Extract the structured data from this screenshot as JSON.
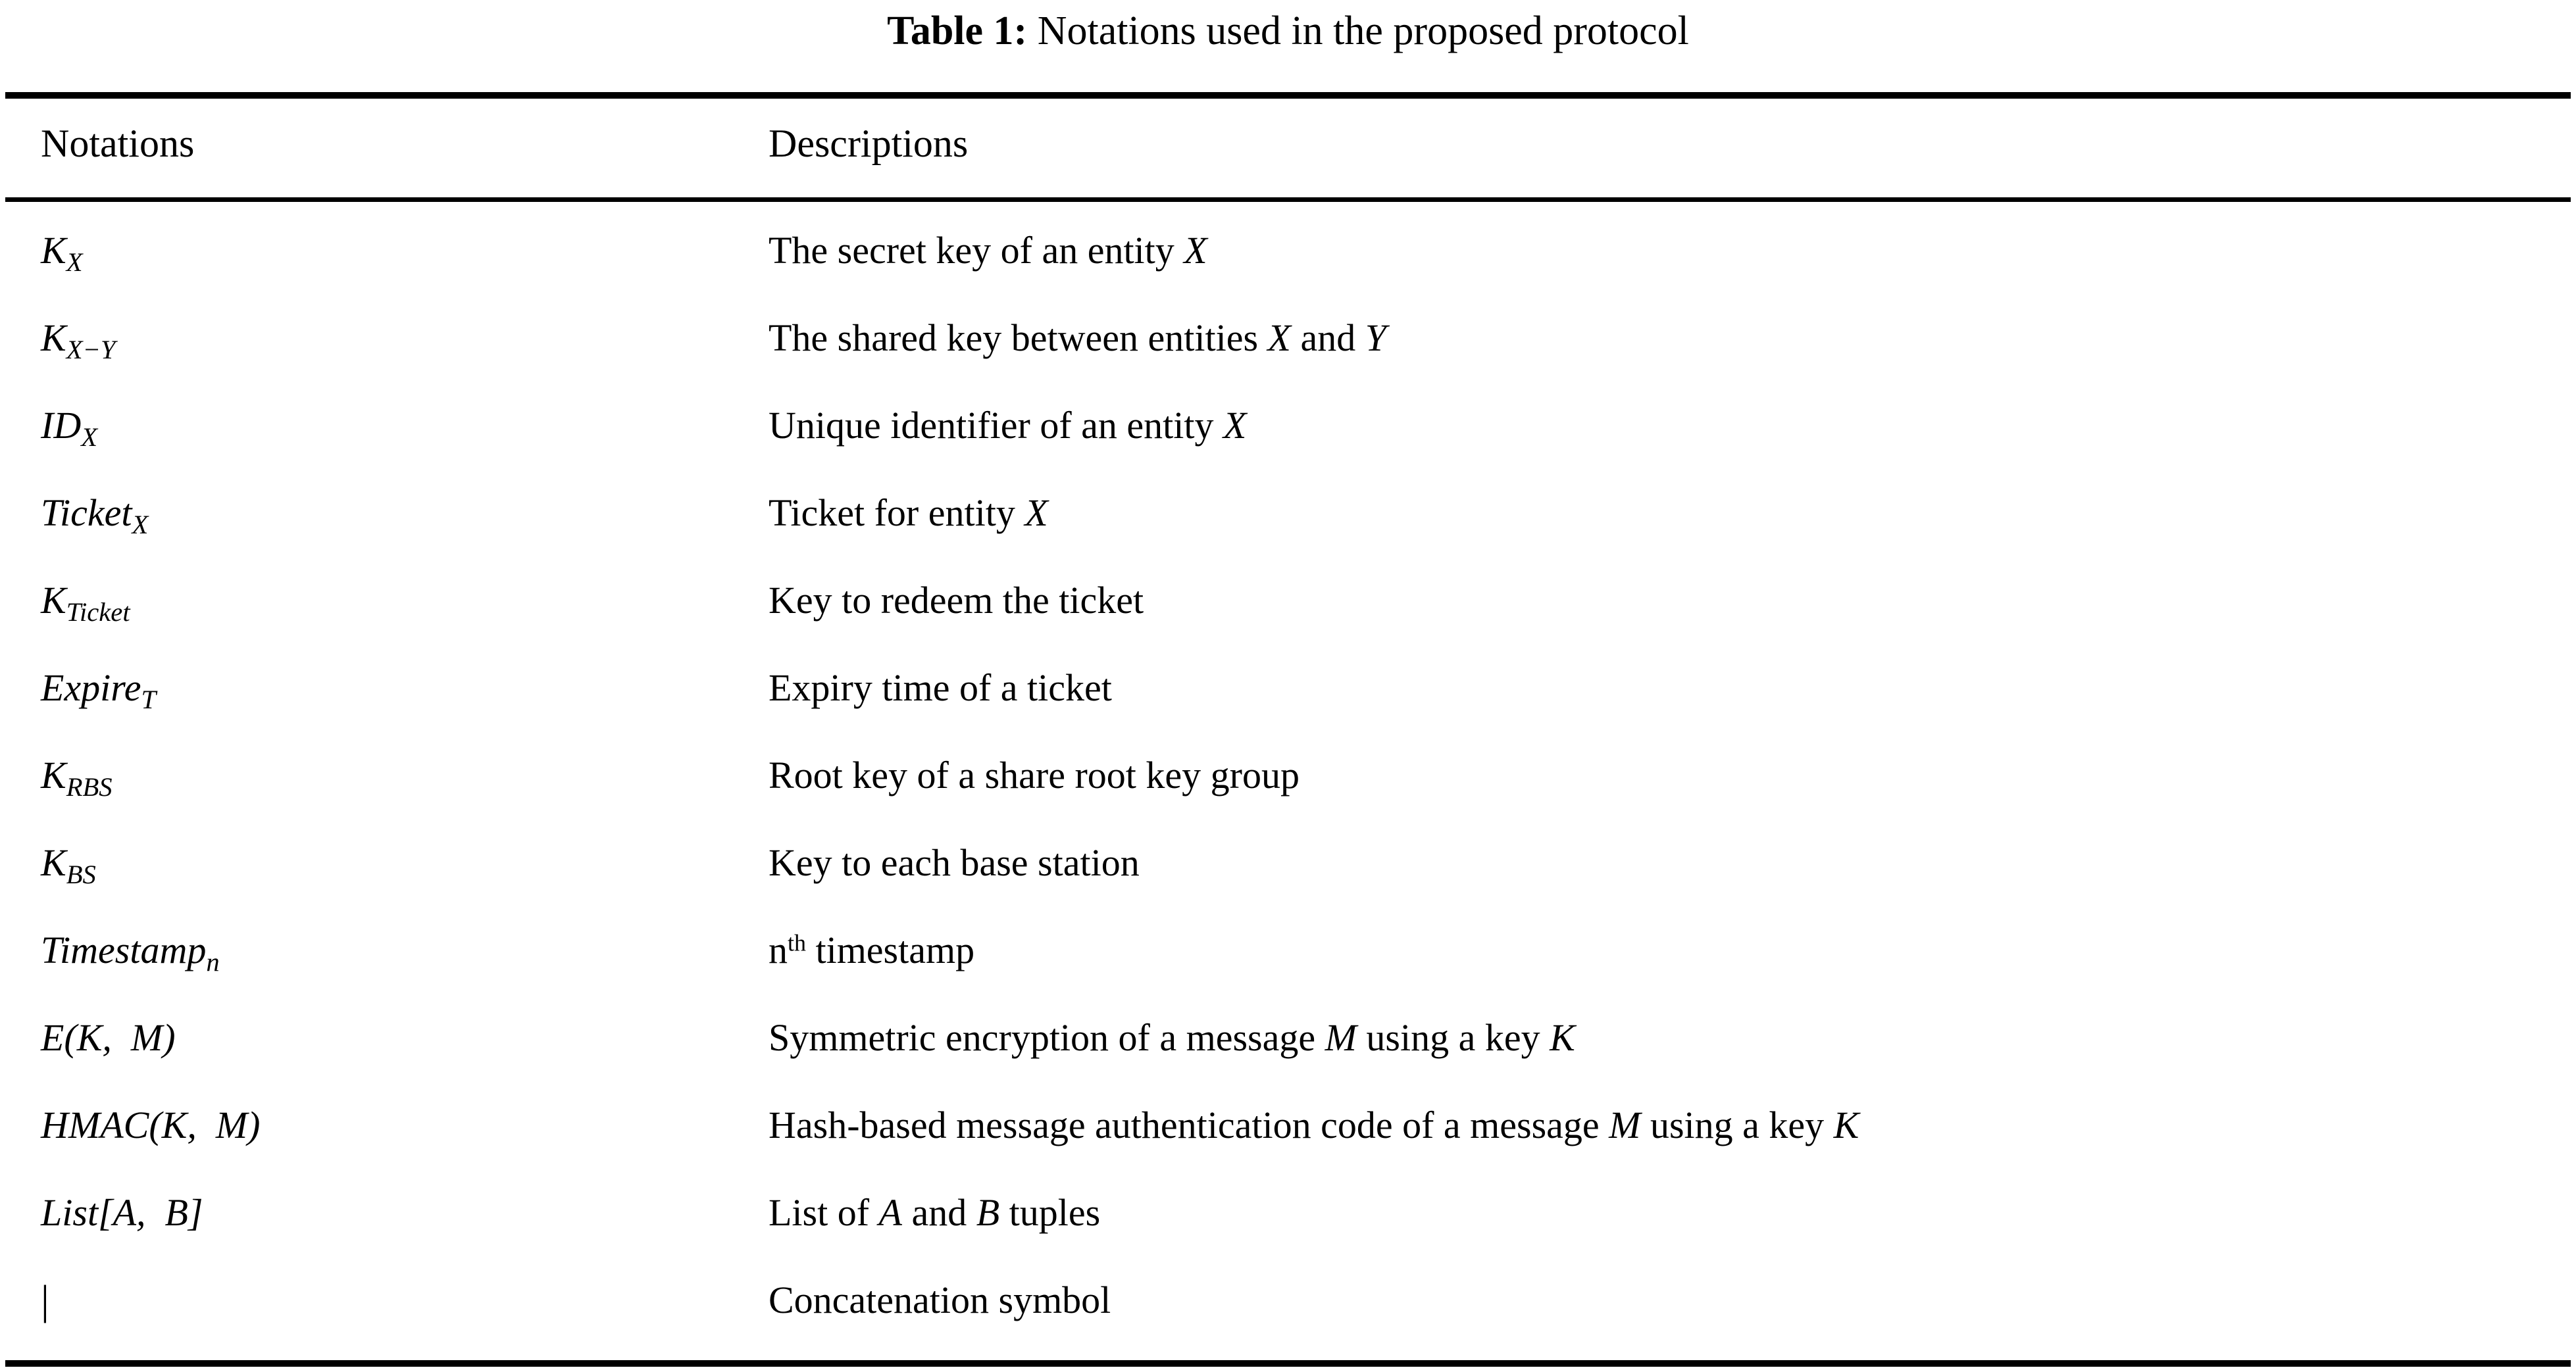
{
  "caption": {
    "label": "Table 1:",
    "text": "Notations used in the proposed protocol"
  },
  "table": {
    "columns": [
      {
        "key": "notations",
        "header": "Notations"
      },
      {
        "key": "descriptions",
        "header": "Descriptions"
      }
    ],
    "rows": [
      {
        "notation": "K_X",
        "notation_plain": "KX",
        "description": "The secret key of an entity X"
      },
      {
        "notation": "K_{X-Y}",
        "notation_plain": "KX−Y",
        "description": "The shared key between entities X and Y"
      },
      {
        "notation": "ID_X",
        "notation_plain": "IDX",
        "description": "Unique identifier of an entity X"
      },
      {
        "notation": "Ticket_X",
        "notation_plain": "TicketX",
        "description": "Ticket for entity X"
      },
      {
        "notation": "K_Ticket",
        "notation_plain": "KTicket",
        "description": "Key to redeem the ticket"
      },
      {
        "notation": "Expire_T",
        "notation_plain": "ExpireT",
        "description": "Expiry time of a ticket"
      },
      {
        "notation": "K_RBS",
        "notation_plain": "KRBS",
        "description": "Root key of a share root key group"
      },
      {
        "notation": "K_BS",
        "notation_plain": "KBS",
        "description": "Key to each base station"
      },
      {
        "notation": "Timestamp_n",
        "notation_plain": "Timestampn",
        "description": "nth timestamp"
      },
      {
        "notation": "E(K, M)",
        "notation_plain": "E(K,  M)",
        "description": "Symmetric encryption of a message M using a key K"
      },
      {
        "notation": "HMAC(K, M)",
        "notation_plain": "HMAC(K,  M)",
        "description": "Hash-based message authentication code of a message M using a key K"
      },
      {
        "notation": "List[A, B]",
        "notation_plain": "List[A,  B]",
        "description": "List of A and B tuples"
      },
      {
        "notation": "|",
        "notation_plain": "|",
        "description": "Concatenation symbol"
      }
    ]
  },
  "cells": {
    "header_notations": "Notations",
    "header_descriptions": "Descriptions",
    "n1_base": "K",
    "n1_sub": "X",
    "n2_base": "K",
    "n2_sub": "X−Y",
    "n3_base": "ID",
    "n3_sub": "X",
    "n4_base": "Ticket",
    "n4_sub": "X",
    "n5_base": "K",
    "n5_sub": "Ticket",
    "n6_base": "Expire",
    "n6_sub": "T",
    "n7_base": "K",
    "n7_sub": "RBS",
    "n8_base": "K",
    "n8_sub": "BS",
    "n9_base": "Timestamp",
    "n9_sub": "n",
    "n10": "E(K, M)",
    "n11": "HMAC(K, M)",
    "n12": "List[A, B]",
    "n13": "|",
    "d1_a": "The secret key of an entity ",
    "d1_v1": "X",
    "d2_a": "The shared key between entities ",
    "d2_v1": "X",
    "d2_b": " and ",
    "d2_v2": "Y",
    "d3_a": "Unique identifier of an entity ",
    "d3_v1": "X",
    "d4_a": "Ticket for entity ",
    "d4_v1": "X",
    "d5_a": "Key to redeem the ticket",
    "d6_a": "Expiry time of a ticket",
    "d7_a": "Root key of a share root key group",
    "d8_a": "Key to each base station",
    "d9_a": "n",
    "d9_sup": "th",
    "d9_b": " timestamp",
    "d10_a": "Symmetric encryption of a message ",
    "d10_v1": "M",
    "d10_b": " using a key ",
    "d10_v2": "K",
    "d11_a": "Hash-based message authentication code of a message ",
    "d11_v1": "M",
    "d11_b": " using a key ",
    "d11_v2": "K",
    "d12_a": "List of ",
    "d12_v1": "A",
    "d12_b": " and ",
    "d12_v2": "B",
    "d12_c": " tuples",
    "d13_a": "Concatenation symbol"
  }
}
